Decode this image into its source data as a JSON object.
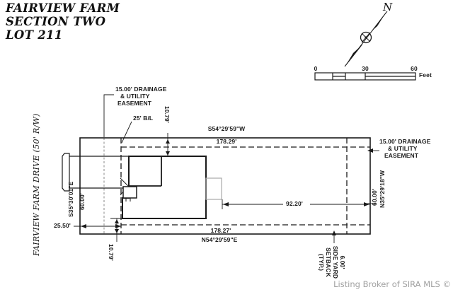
{
  "title": {
    "line1": "FAIRVIEW FARM",
    "line2": "SECTION TWO",
    "line3": "LOT 211"
  },
  "north_arrow": {
    "label": "N"
  },
  "scale_bar": {
    "start": "0",
    "mid": "30",
    "end": "60",
    "unit": "Feet"
  },
  "street": {
    "name": "FAIRVIEW FARM DRIVE (50' R/W)"
  },
  "bearings": {
    "north_bearing": "S54°29'59\"W",
    "north_distance": "178.29'",
    "south_distance": "178.27'",
    "south_bearing": "N54°29'59\"E",
    "west_bearing": "S35°30'01\"E",
    "west_distance": "60.00'",
    "east_distance": "60.00'",
    "east_bearing": "N35°29'18\"W"
  },
  "easements": {
    "left": {
      "line1": "15.00' DRAINAGE",
      "line2": "& UTILITY",
      "line3": "EASEMENT"
    },
    "right": {
      "line1": "15.00' DRAINAGE",
      "line2": "& UTILITY",
      "line3": "EASEMENT"
    }
  },
  "dimensions": {
    "building_line": "25' B/L",
    "north_side_offset": "10.79'",
    "south_side_offset": "10.79'",
    "front_offset": "25.50'",
    "rear_yard": "92.20'"
  },
  "setback_note": {
    "line1": "6.00'",
    "line2": "SIDE YARD",
    "line3": "SETBACK",
    "line4": "(TYP.)"
  },
  "footer": {
    "credit": "Listing Broker of SIRA MLS ©"
  },
  "colors": {
    "ink": "#1a1a1a",
    "porch_gray": "#a8a8a8",
    "easement_gray": "#7d7d7d",
    "footer_gray": "#a0a0a0"
  }
}
